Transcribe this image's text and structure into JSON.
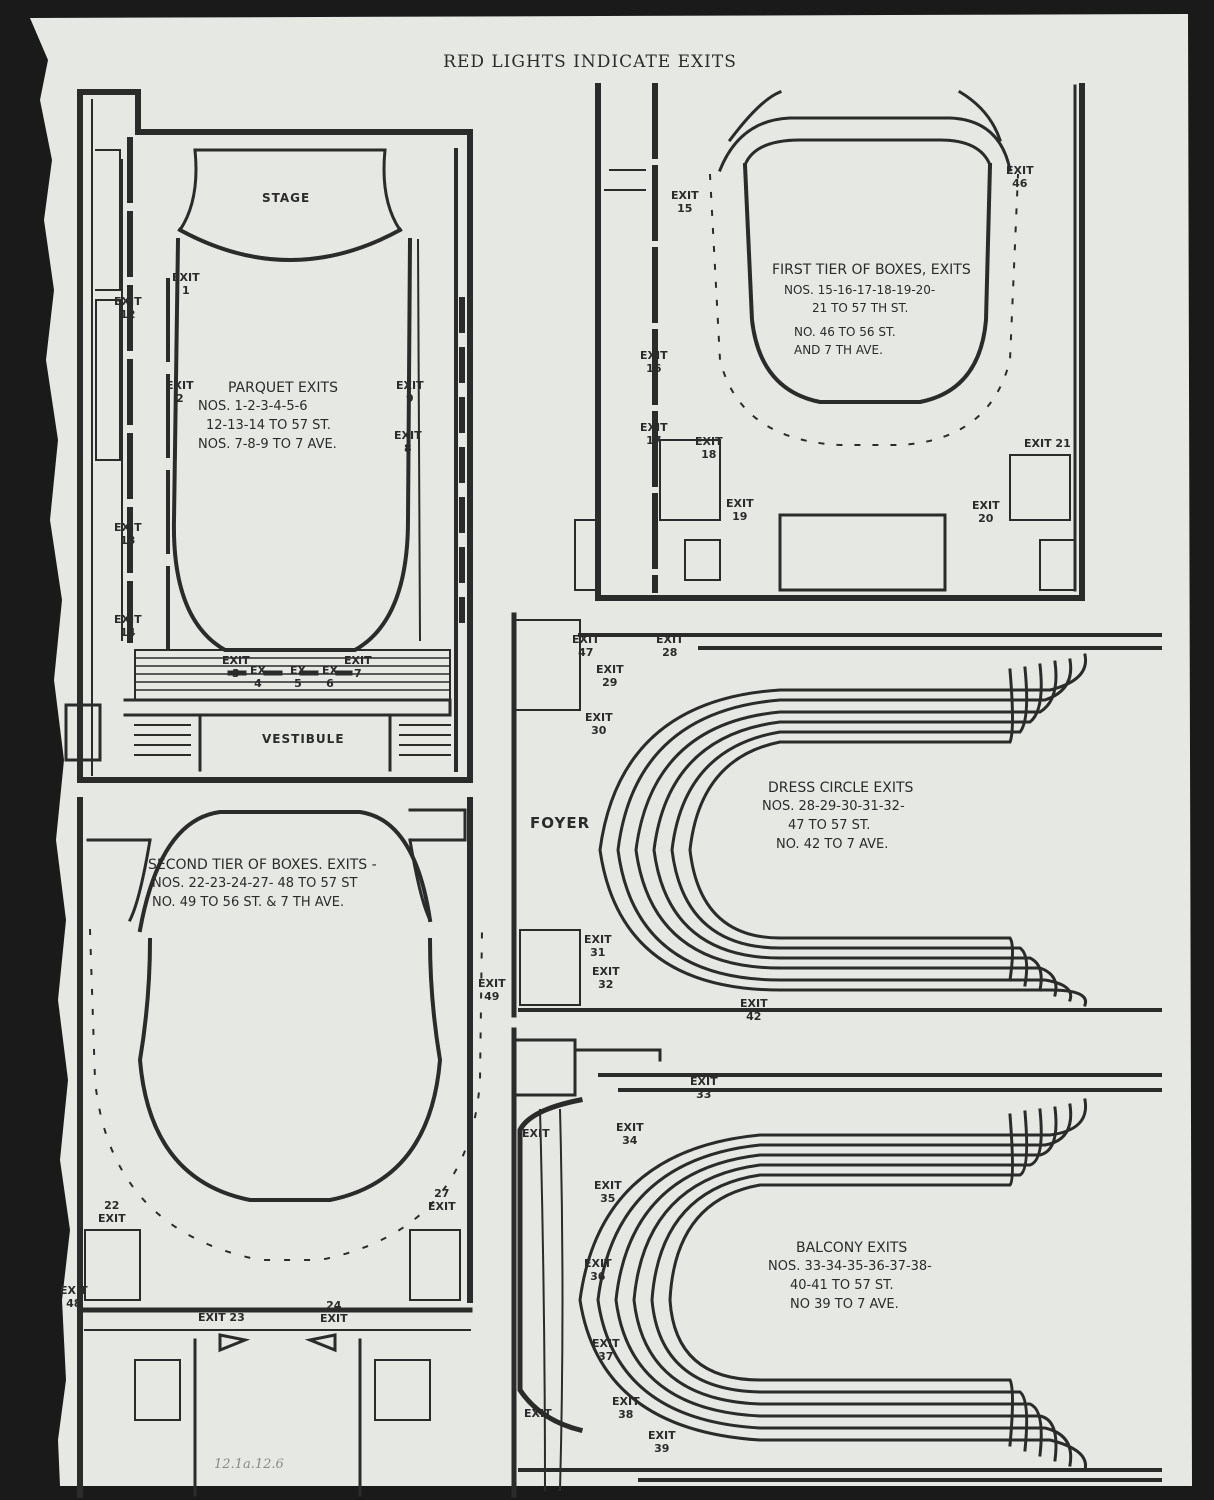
{
  "header": {
    "title": "RED LIGHTS INDICATE EXITS"
  },
  "colors": {
    "paper": "#e6e8e4",
    "ink": "#2b2b2b",
    "background": "#1a1a1a"
  },
  "rooms": {
    "stage": "STAGE",
    "vestibule": "VESTIBULE",
    "foyer": "FOYER"
  },
  "sections": {
    "parquet": {
      "title": "PARQUET EXITS",
      "line1": "NOS. 1-2-3-4-5-6",
      "line2": "12-13-14 TO 57 ST.",
      "line3": "NOS. 7-8-9 TO 7 AVE."
    },
    "first_tier": {
      "title": "FIRST TIER OF BOXES, EXITS",
      "line1": "NOS. 15-16-17-18-19-20-",
      "line2": "21 TO 57 TH ST.",
      "line3": "NO. 46 TO 56 ST.",
      "line4": "AND 7 TH AVE."
    },
    "second_tier": {
      "title": "SECOND TIER OF BOXES. EXITS -",
      "line1": "NOS. 22-23-24-27- 48 TO 57 ST",
      "line2": "NO. 49 TO 56 ST. & 7 TH AVE."
    },
    "dress_circle": {
      "title": "DRESS CIRCLE EXITS",
      "line1": "NOS. 28-29-30-31-32-",
      "line2": "47 TO 57 ST.",
      "line3": "NO. 42 TO 7 AVE."
    },
    "balcony": {
      "title": "BALCONY EXITS",
      "line1": "NOS. 33-34-35-36-37-38-",
      "line2": "40-41 TO 57 ST.",
      "line3": "NO 39 TO 7 AVE."
    }
  },
  "exit_word": "EXIT",
  "ex_word": "EX",
  "exits": {
    "e1": "1",
    "e2": "2",
    "e3": "3",
    "e4": "4",
    "e5": "5",
    "e6": "6",
    "e7": "7",
    "e8": "8",
    "e9": "9",
    "e12": "12",
    "e13": "13",
    "e14": "14",
    "e15": "15",
    "e16": "16",
    "e17": "17",
    "e18": "18",
    "e19": "19",
    "e20": "20",
    "e21": "EXIT 21",
    "e46": "46",
    "e22": "22",
    "e23": "EXIT 23",
    "e24": "24",
    "e27": "27",
    "e48": "48",
    "e49": "49",
    "e28": "28",
    "e29": "29",
    "e30": "30",
    "e31": "31",
    "e32": "32",
    "e42": "42",
    "e47": "47",
    "e33": "33",
    "e34": "34",
    "e35": "35",
    "e36": "36",
    "e37": "37",
    "e38": "38",
    "e39": "39"
  },
  "annotation": "12.1a.12.6"
}
